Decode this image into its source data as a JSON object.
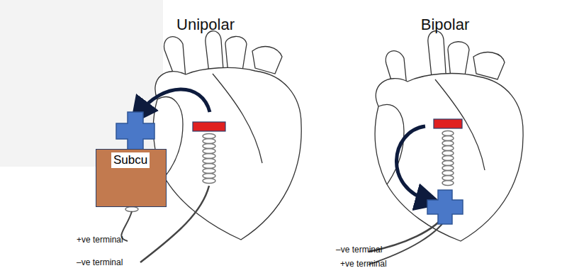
{
  "diagram": {
    "nodes": [
      {
        "text": [
          "Subcu"
        ]
      }
    ],
    "labels": [
      "Unipolar",
      "Bipolar",
      "+ve terminal",
      "–ve terminal",
      "–ve terminal",
      "+ve terminal"
    ]
  }
}
